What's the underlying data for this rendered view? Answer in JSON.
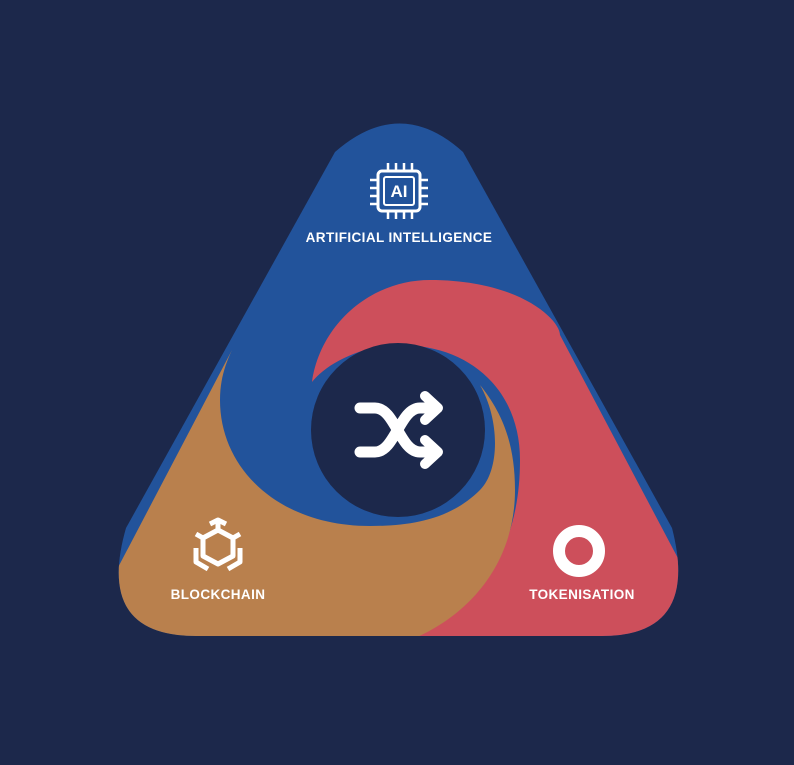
{
  "diagram": {
    "center_icon": "shuffle-icon",
    "segments": [
      {
        "id": "ai",
        "label": "ARTIFICIAL INTELLIGENCE",
        "icon": "ai-chip-icon",
        "color": "#22539b"
      },
      {
        "id": "tokenisation",
        "label": "TOKENISATION",
        "icon": "ring-icon",
        "color": "#cd4f5b"
      },
      {
        "id": "blockchain",
        "label": "BLOCKCHAIN",
        "icon": "blockchain-cube-icon",
        "color": "#b9804d"
      }
    ],
    "ai_chip_text": "AI",
    "colors": {
      "background": "#1c284b",
      "center": "#1c284b",
      "text": "#ffffff"
    }
  }
}
